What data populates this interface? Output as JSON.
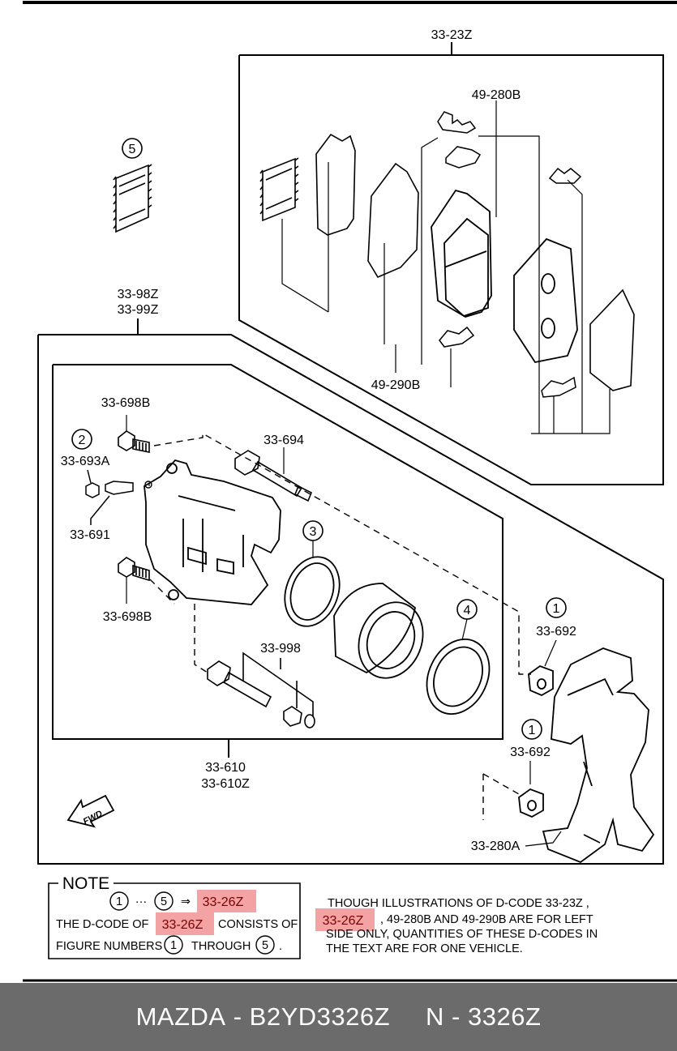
{
  "labels": {
    "kit_pads_outer": "33-23Z",
    "shim_set": "49-280B",
    "clip_set": "49-290B",
    "caliper_asm_1": "33-98Z",
    "caliper_asm_2": "33-99Z",
    "bolt_upper": "33-698B",
    "bolt_lower": "33-698B",
    "bleeder_cap": "33-693A",
    "bleeder_screw": "33-691",
    "guide_pin_upper": "33-694",
    "seal_kit": "33-998",
    "boot_upper": "33-692",
    "boot_lower": "33-692",
    "caliper_body_1": "33-610",
    "caliper_body_2": "33-610Z",
    "mounting_support": "33-280A",
    "fwd": "FWD"
  },
  "circles": {
    "c1": "1",
    "c2": "2",
    "c3": "3",
    "c4": "4",
    "c5": "5"
  },
  "note": {
    "title": "NOTE",
    "range_from": "1",
    "range_dots": "···",
    "range_to": "5",
    "arrow": "⇒",
    "code": "33-26Z",
    "line2_pre": "THE D-CODE OF",
    "line2_code": "33-26Z",
    "line2_post": "CONSISTS OF",
    "line3_pre": "FIGURE NUMBERS",
    "line3_from": "1",
    "line3_mid": "THROUGH",
    "line3_to": "5",
    "line3_end": "."
  },
  "remark": {
    "l1": "THOUGH ILLUSTRATIONS OF D-CODE 33-23Z   ,",
    "l2_code": "33-26Z",
    "l2_rest": ", 49-280B  AND 49-290B  ARE FOR LEFT",
    "l3": "SIDE ONLY, QUANTITIES OF THESE D-CODES IN",
    "l4": "THE TEXT ARE FOR ONE VEHICLE."
  },
  "footer": {
    "brand": "MAZDA",
    "sep": " - ",
    "part_number": "B2YD3326Z",
    "n_prefix": "N - ",
    "n_code": "3326Z"
  }
}
